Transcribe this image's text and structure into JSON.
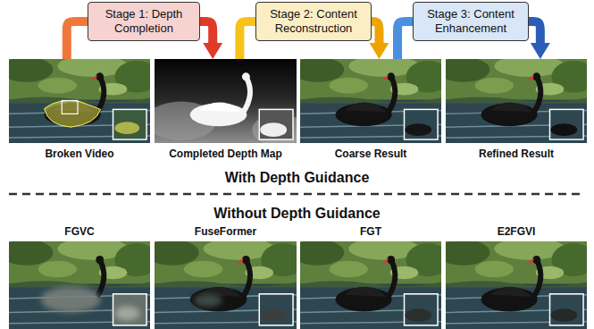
{
  "diagram": {
    "nodes": [
      {
        "text": [
          "Stage 1: Depth Completion"
        ]
      },
      {
        "text": [
          "Stage 2: Content Reconstruction"
        ]
      },
      {
        "text": [
          "Stage 3: Content Enhancement"
        ]
      },
      {
        "text": [
          "Broken Video"
        ]
      },
      {
        "text": [
          "Completed Depth Map"
        ]
      },
      {
        "text": [
          "Coarse Result"
        ]
      },
      {
        "text": [
          "Refined Result"
        ]
      },
      {
        "text": [
          "FGVC"
        ]
      },
      {
        "text": [
          "FuseFormer"
        ]
      },
      {
        "text": [
          "FGT"
        ]
      },
      {
        "text": [
          "E2FGVI"
        ]
      }
    ],
    "edges": [
      {
        "from": 3,
        "to": 0,
        "arrow": "none"
      },
      {
        "from": 0,
        "to": 4,
        "arrow": "to"
      },
      {
        "from": 4,
        "to": 1,
        "arrow": "none"
      },
      {
        "from": 1,
        "to": 5,
        "arrow": "to"
      },
      {
        "from": 5,
        "to": 2,
        "arrow": "none"
      },
      {
        "from": 2,
        "to": 6,
        "arrow": "to"
      }
    ],
    "labels": [
      "With Depth Guidance",
      "Without Depth Guidance"
    ]
  }
}
